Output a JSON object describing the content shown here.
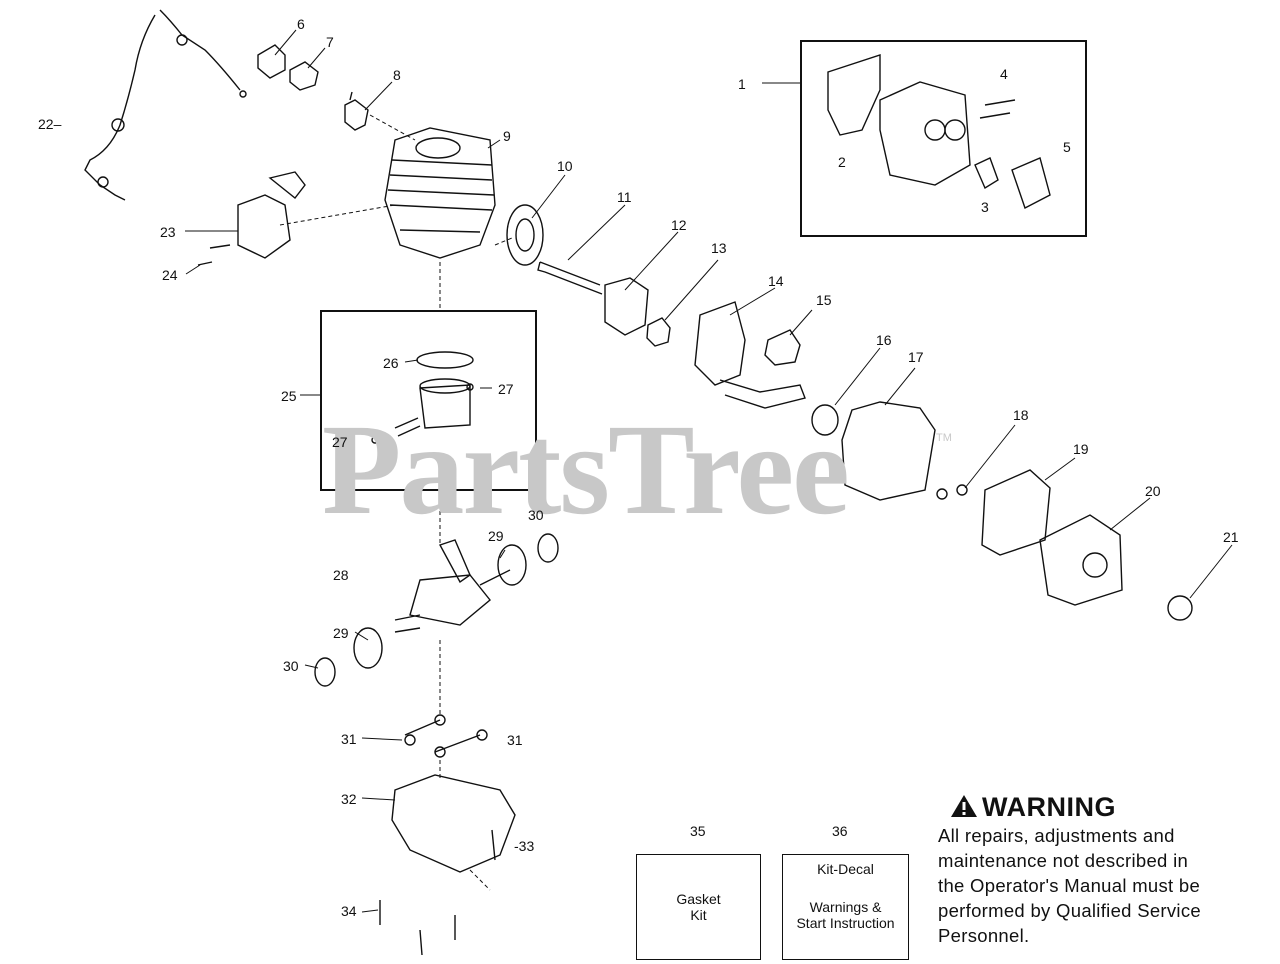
{
  "watermark": "PartsTree",
  "watermark_mark": "TM",
  "labels": {
    "l1": "1",
    "l2": "2",
    "l3": "3",
    "l4": "4",
    "l5": "5",
    "l6": "6",
    "l7": "7",
    "l8": "8",
    "l9": "9",
    "l10": "10",
    "l11": "11",
    "l12": "12",
    "l13": "13",
    "l14": "14",
    "l15": "15",
    "l16": "16",
    "l17": "17",
    "l18": "18",
    "l19": "19",
    "l20": "20",
    "l21": "21",
    "l22": "22–",
    "l23": "23",
    "l24": "24",
    "l25": "25",
    "l26": "26",
    "l27a": "27",
    "l27b": "27",
    "l28": "28",
    "l29a": "29",
    "l29b": "29",
    "l30a": "30",
    "l30b": "30",
    "l31a": "31",
    "l31b": "31",
    "l32": "32",
    "l33": "-33",
    "l34": "34",
    "l35": "35",
    "l36": "36"
  },
  "kit35": {
    "line1": "Gasket",
    "line2": "Kit"
  },
  "kit36": {
    "title": "Kit-Decal",
    "line1": "Warnings &",
    "line2": "Start Instruction"
  },
  "warning": {
    "title": "WARNING",
    "line1": "All repairs, adjustments and",
    "line2": "maintenance not described in",
    "line3": "the Operator's Manual must be",
    "line4": "performed by Qualified Service",
    "line5": "Personnel."
  }
}
